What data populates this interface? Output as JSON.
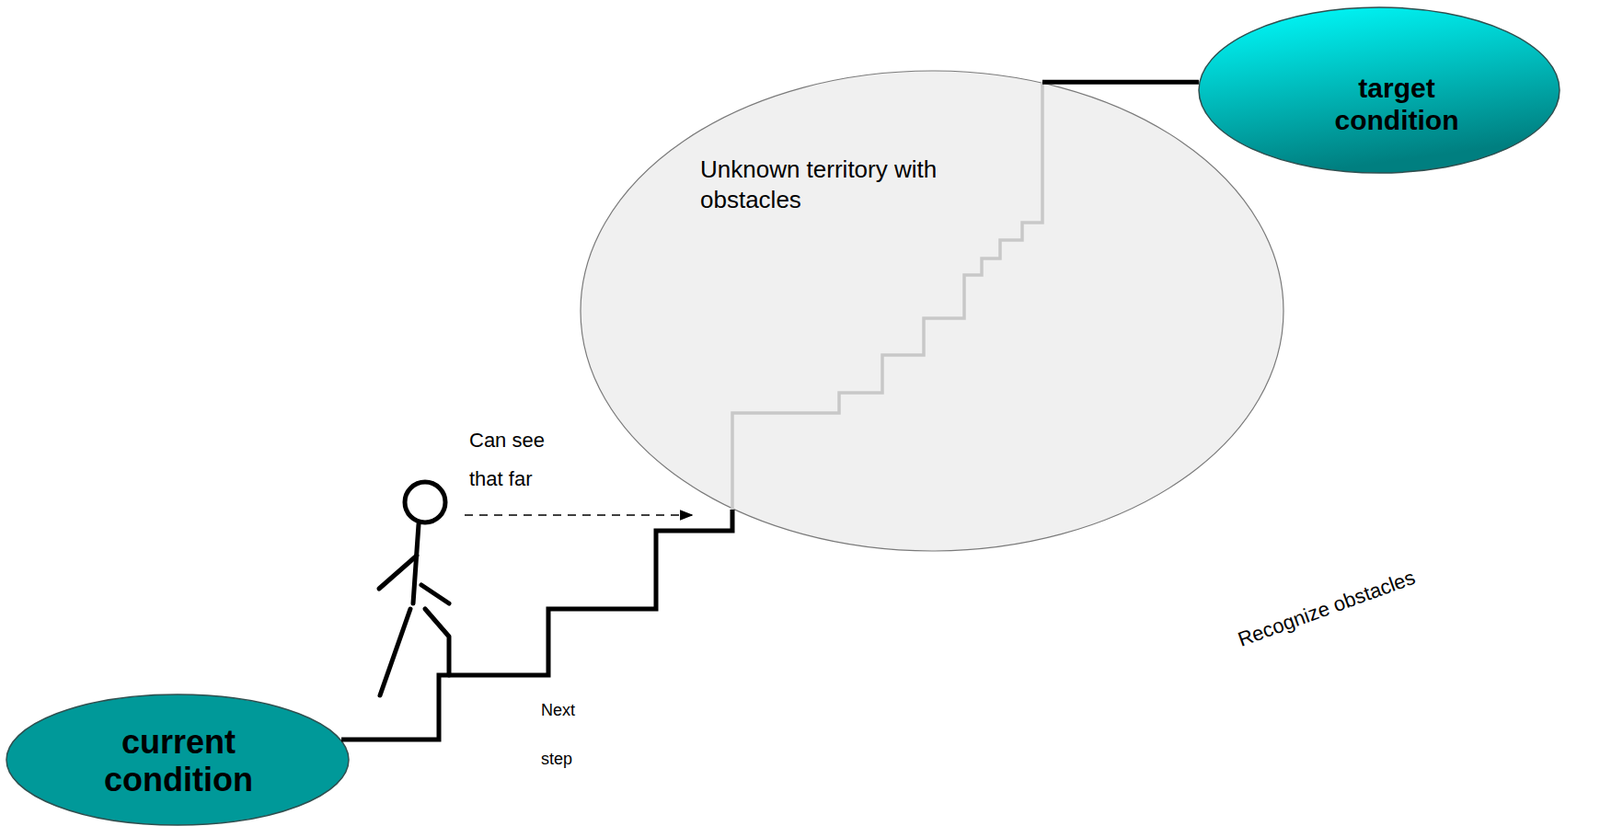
{
  "diagram": {
    "nodes": [
      {
        "text": [
          "current condition"
        ]
      },
      {
        "text": [
          "Unknown territory with obstacles"
        ]
      },
      {
        "text": [
          "target condition"
        ]
      }
    ],
    "edges": [
      {
        "from": 0,
        "to": 1,
        "arrow": "none"
      },
      {
        "from": 1,
        "to": 2,
        "arrow": "none"
      }
    ],
    "labels": [
      "Can see that far",
      "Next step",
      "Recognize obstacles"
    ]
  }
}
